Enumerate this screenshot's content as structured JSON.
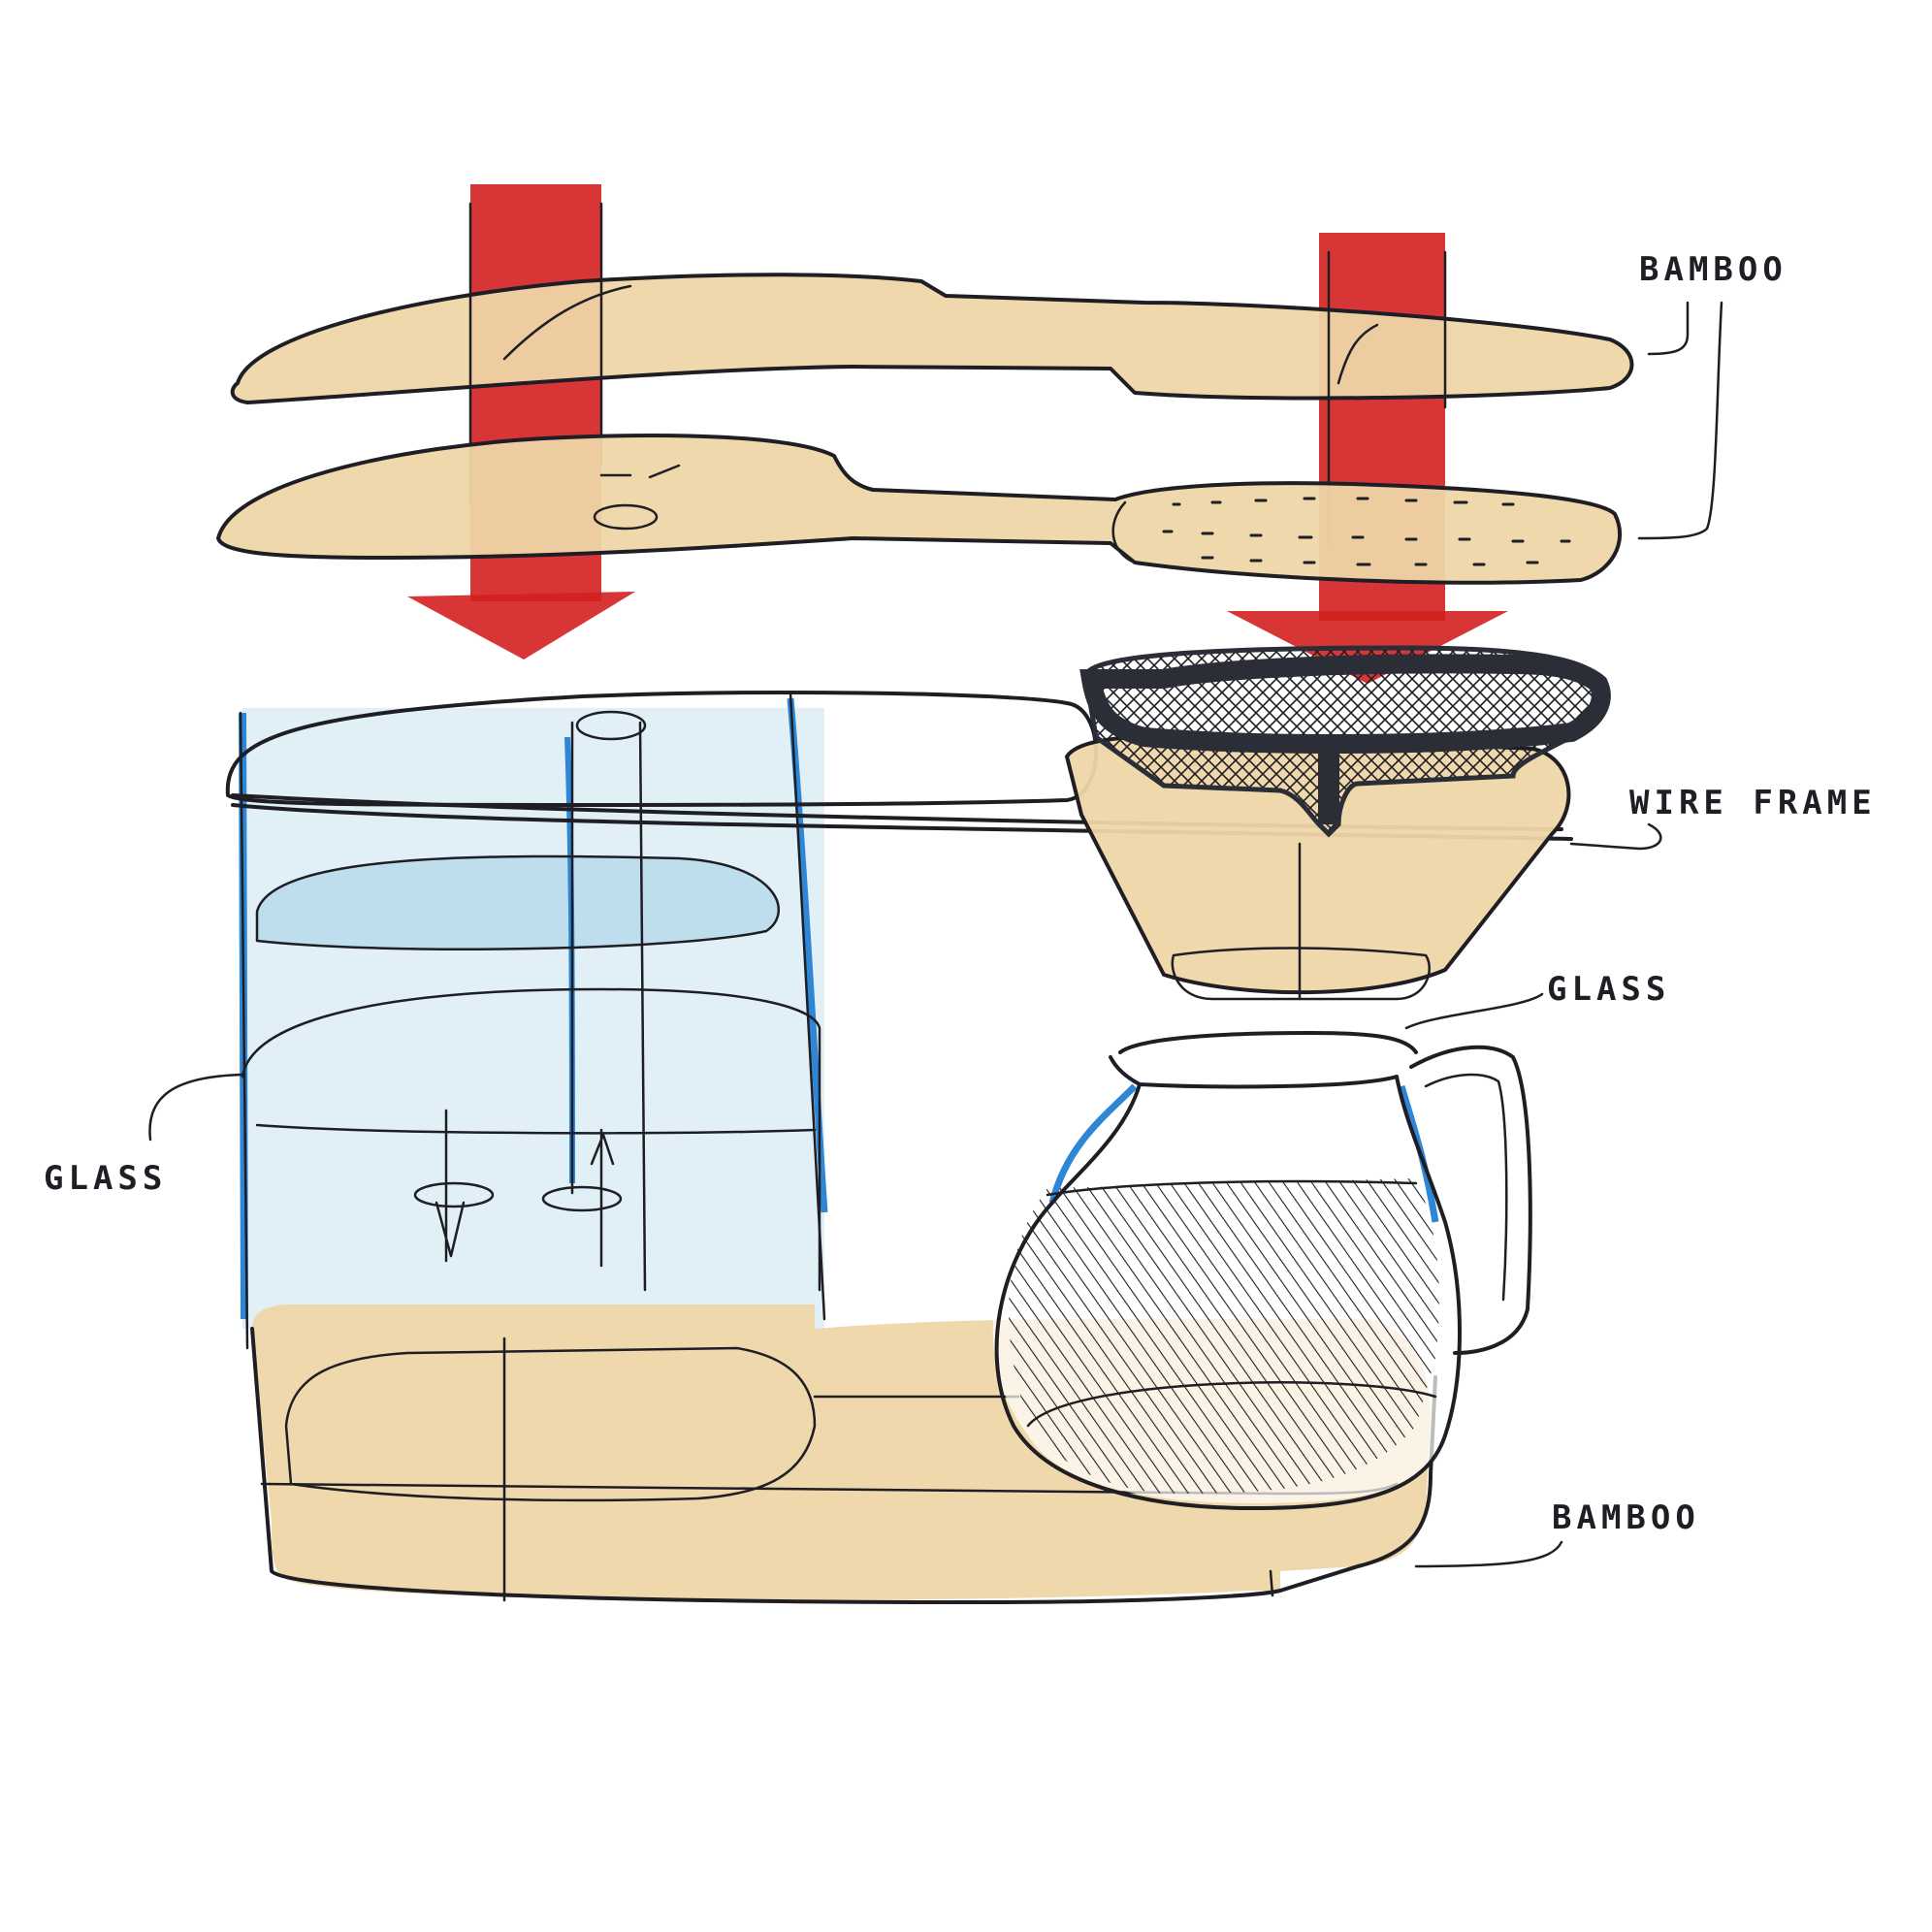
{
  "labels": {
    "bamboo_top": "BAMBOO",
    "wire_frame": "WIRE FRAME",
    "glass_carafe": "GLASS",
    "glass_tank": "GLASS",
    "bamboo_base": "BAMBOO"
  },
  "colors": {
    "bamboo": "#EED6A6",
    "bamboo_shade": "#E5C58A",
    "arrow_red": "#D42020",
    "glass_blue": "#C9E3F0",
    "glass_edge": "#2E86D6",
    "ink": "#1E1E24",
    "mesh_frame": "#2B2E36"
  }
}
